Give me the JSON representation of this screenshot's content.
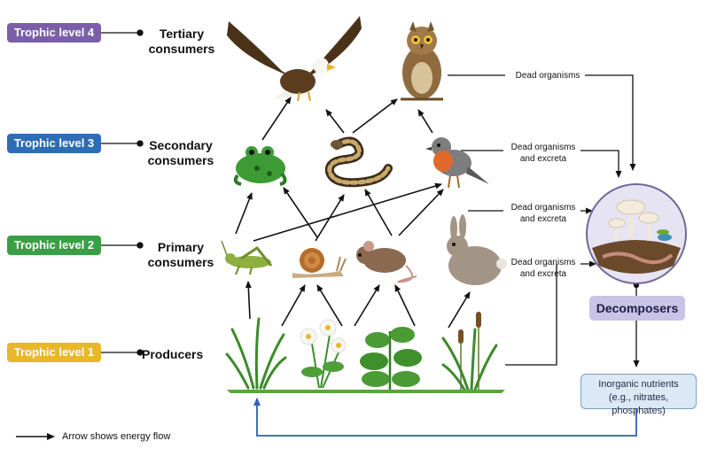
{
  "levels": [
    {
      "badge": "Trophic level 4",
      "label_line1": "Tertiary",
      "label_line2": "consumers",
      "color": "#7b5ea8"
    },
    {
      "badge": "Trophic level 3",
      "label_line1": "Secondary",
      "label_line2": "consumers",
      "color": "#2e6db4"
    },
    {
      "badge": "Trophic level 2",
      "label_line1": "Primary",
      "label_line2": "consumers",
      "color": "#3a9e44"
    },
    {
      "badge": "Trophic level 1",
      "label_line1": "Producers",
      "label_line2": "",
      "color": "#e8b72a"
    }
  ],
  "notes": {
    "dead_organisms": "Dead organisms",
    "dead_excreta_1_line1": "Dead organisms",
    "dead_excreta_1_line2": "and excreta",
    "dead_excreta_2_line1": "Dead organisms",
    "dead_excreta_2_line2": "and excreta",
    "dead_excreta_3_line1": "Dead organisms",
    "dead_excreta_3_line2": "and excreta"
  },
  "decomposers": {
    "label": "Decomposers"
  },
  "nutrients": {
    "line1": "Inorganic nutrients",
    "line2": "(e.g., nitrates, phosphates)"
  },
  "legend": {
    "text": "Arrow shows energy flow"
  },
  "organisms": {
    "tertiary": [
      "eagle-icon",
      "owl-icon"
    ],
    "secondary": [
      "frog-icon",
      "snake-icon",
      "robin-icon"
    ],
    "primary": [
      "grasshopper-icon",
      "snail-icon",
      "mouse-icon",
      "rabbit-icon"
    ],
    "producers": [
      "grass-icon",
      "daisy-icon",
      "leafy-plant-icon",
      "cattail-grass-icon"
    ],
    "decomposers": [
      "mushroom-soil-icon"
    ]
  },
  "colors": {
    "arrow": "#111111",
    "nutrient_cycle": "#2f5fb3"
  }
}
